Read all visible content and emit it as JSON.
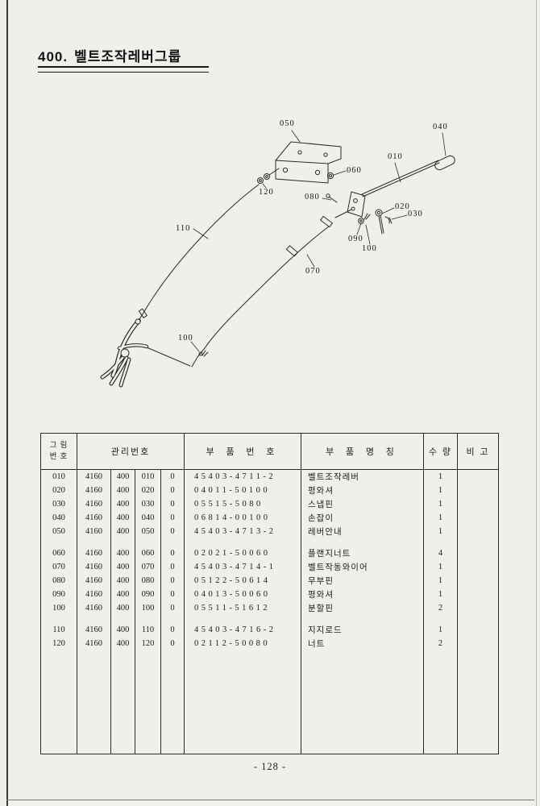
{
  "page": {
    "section_number": "400.",
    "title": "벨트조작레버그룹",
    "page_number": "- 128 -"
  },
  "diagram": {
    "callouts": [
      {
        "label": "050"
      },
      {
        "label": "040"
      },
      {
        "label": "010"
      },
      {
        "label": "060"
      },
      {
        "label": "120"
      },
      {
        "label": "080"
      },
      {
        "label": "020"
      },
      {
        "label": "030"
      },
      {
        "label": "110"
      },
      {
        "label": "090"
      },
      {
        "label": "100"
      },
      {
        "label": "070"
      },
      {
        "label": "100"
      }
    ]
  },
  "table": {
    "headers": {
      "fig_no_line1": "그 림",
      "fig_no_line2": "번 호",
      "mgmt_no": "관리번호",
      "part_no": "부 품 번 호",
      "part_name": "부 품 명 칭",
      "qty": "수 량",
      "remarks": "비 고"
    },
    "rows": [
      [
        "010",
        "4160",
        "400",
        "010",
        "0",
        "45403-4711-2",
        "벨트조작레버",
        "1",
        ""
      ],
      [
        "020",
        "4160",
        "400",
        "020",
        "0",
        "04011-50100",
        "평와셔",
        "1",
        ""
      ],
      [
        "030",
        "4160",
        "400",
        "030",
        "0",
        "05515-5080",
        "스냅핀",
        "1",
        ""
      ],
      [
        "040",
        "4160",
        "400",
        "040",
        "0",
        "06814-00100",
        "손잡이",
        "1",
        ""
      ],
      [
        "050",
        "4160",
        "400",
        "050",
        "0",
        "45403-4713-2",
        "레버안내",
        "1",
        ""
      ],
      [
        "060",
        "4160",
        "400",
        "060",
        "0",
        "02021-50060",
        "플랜지너트",
        "4",
        ""
      ],
      [
        "070",
        "4160",
        "400",
        "070",
        "0",
        "45403-4714-1",
        "벨트작동와이어",
        "1",
        ""
      ],
      [
        "080",
        "4160",
        "400",
        "080",
        "0",
        "05122-50614",
        "무부핀",
        "1",
        ""
      ],
      [
        "090",
        "4160",
        "400",
        "090",
        "0",
        "04013-50060",
        "평와셔",
        "1",
        ""
      ],
      [
        "100",
        "4160",
        "400",
        "100",
        "0",
        "05511-51612",
        "분할핀",
        "2",
        ""
      ],
      [
        "110",
        "4160",
        "400",
        "110",
        "0",
        "45403-4716-2",
        "지지로드",
        "1",
        ""
      ],
      [
        "120",
        "4160",
        "400",
        "120",
        "0",
        "02112-50080",
        "너트",
        "2",
        ""
      ]
    ]
  }
}
